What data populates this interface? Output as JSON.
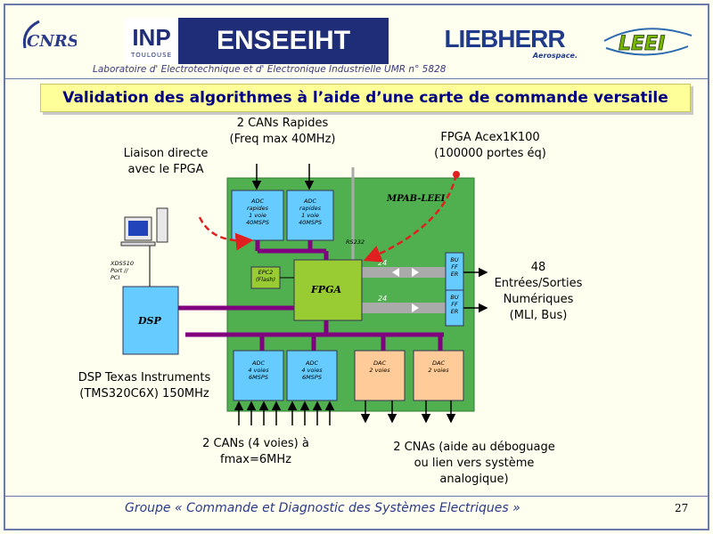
{
  "header": {
    "logos": {
      "cnrs": "CNRS",
      "inp": "INP",
      "inp_sub": "TOULOUSE",
      "enseeiht": "ENSEEIHT",
      "liebherr": "LIEBHERR",
      "liebherr_sub": "Aerospace.",
      "leei": "LEEI"
    },
    "lab_name": "Laboratoire d' Electrotechnique et d' Electronique Industrielle UMR n° 5828"
  },
  "title": "Validation des algorithmes à l’aide d’une carte de commande versatile",
  "diagram": {
    "board_label": "MPAB-LEEI",
    "fpga_label": "FPGA",
    "dsp_label": "DSP",
    "epc2_label": [
      "EPC2",
      "(Flash)"
    ],
    "rs232_label": "RS232",
    "bus_width_top": "24",
    "bus_width_bottom": "24",
    "adc_fast": [
      "ADC",
      "rapides",
      "1 voie",
      "40MSPS"
    ],
    "adc_slow": [
      "ADC",
      "4 voies",
      "6MSPS"
    ],
    "dac": [
      "DAC",
      "2 voies"
    ],
    "buffer": [
      "BU",
      "FF",
      "ER"
    ],
    "xds_label": [
      "XDS510",
      "Port //",
      "PCI"
    ],
    "annotations": {
      "cans_rapides": [
        "2 CANs Rapides",
        "(Freq max 40MHz)"
      ],
      "fpga_acex": [
        "FPGA Acex1K100",
        "(100000 portes éq)"
      ],
      "liaison": [
        "Liaison directe",
        "avec le FPGA"
      ],
      "entrees_sorties": [
        "48",
        "Entrées/Sorties",
        "Numériques",
        "(MLI, Bus)"
      ],
      "dsp_texas": [
        "DSP Texas Instruments",
        "(TMS320C6X) 150MHz"
      ],
      "cans_4voies": [
        "2 CANs (4 voies) à",
        "fmax=6MHz"
      ],
      "cnas": [
        "2 CNAs (aide au déboguage",
        "ou lien vers système",
        "analogique)"
      ]
    }
  },
  "footer": {
    "text": "Groupe « Commande et Diagnostic des Systèmes Electriques »",
    "page": "27"
  },
  "colors": {
    "board": "#50b050",
    "fpga": "#99cc33",
    "adc": "#66ccff",
    "dac": "#ffcc99",
    "bus": "#800080",
    "arrow_red": "#e02020",
    "title_bg": "#ffff99"
  }
}
